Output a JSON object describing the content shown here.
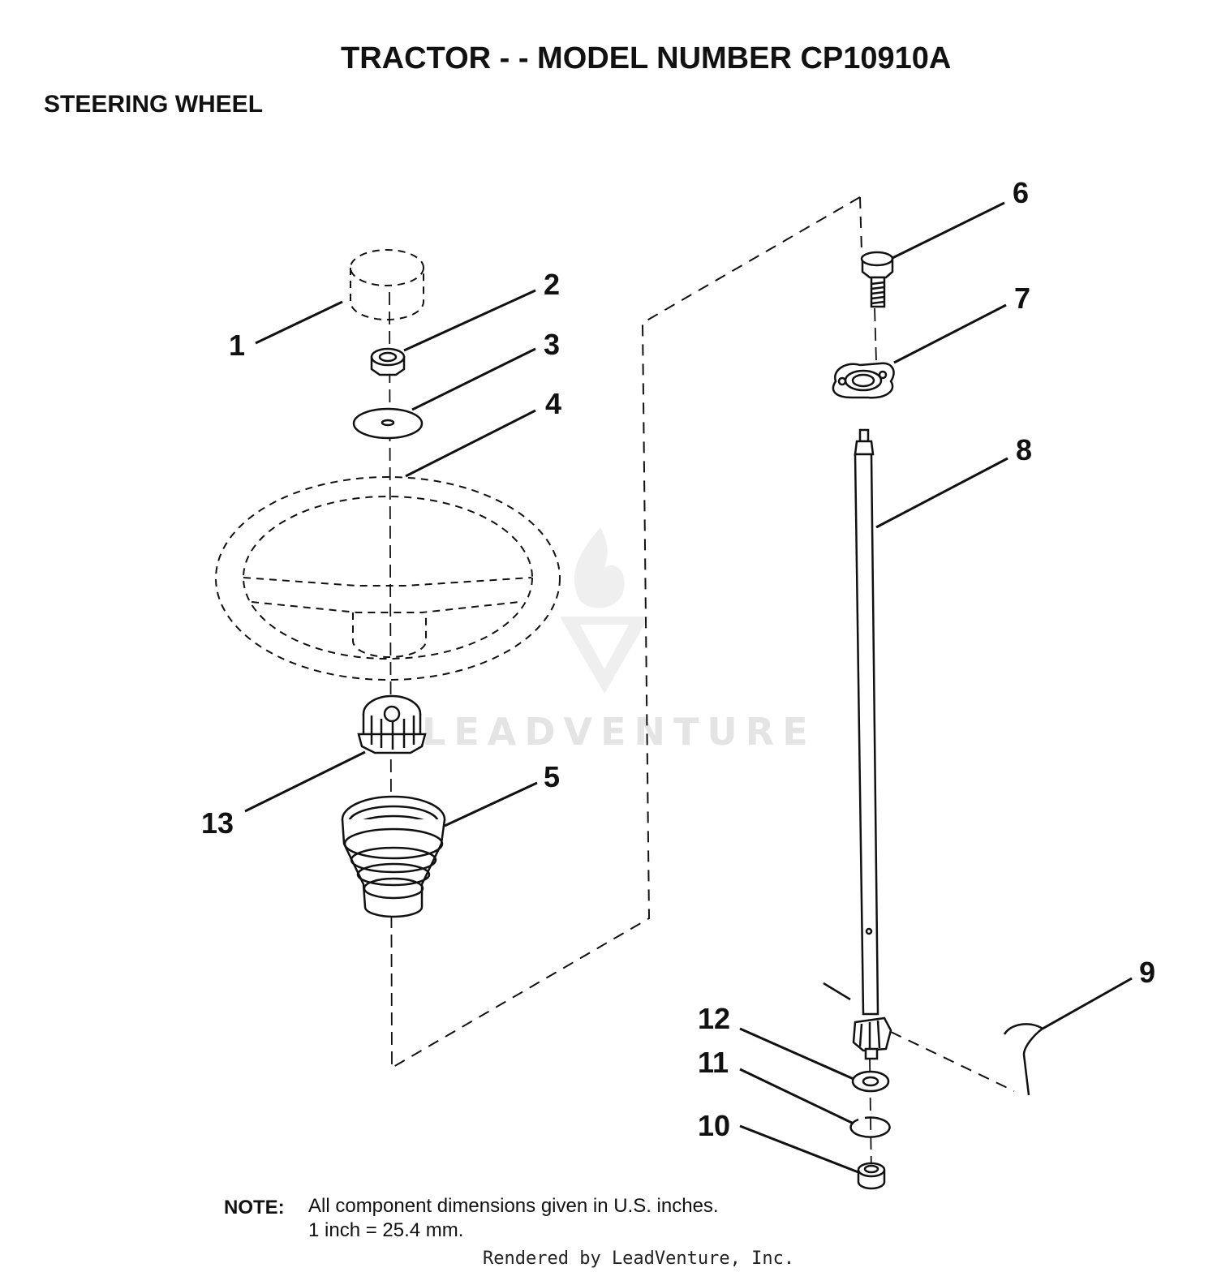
{
  "title": "TRACTOR - - MODEL NUMBER CP10910A",
  "subtitle": "STEERING WHEEL",
  "callouts": {
    "c1": "1",
    "c2": "2",
    "c3": "3",
    "c4": "4",
    "c5": "5",
    "c6": "6",
    "c7": "7",
    "c8": "8",
    "c9": "9",
    "c10": "10",
    "c11": "11",
    "c12": "12",
    "c13": "13"
  },
  "note": {
    "label": "NOTE:",
    "line1": "All component dimensions given in U.S. inches.",
    "line2": "1 inch = 25.4 mm."
  },
  "footer": "Rendered by LeadVenture, Inc.",
  "watermark": "LEADVENTURE",
  "colors": {
    "ink": "#111111",
    "watermark": "#e9e9e9"
  }
}
